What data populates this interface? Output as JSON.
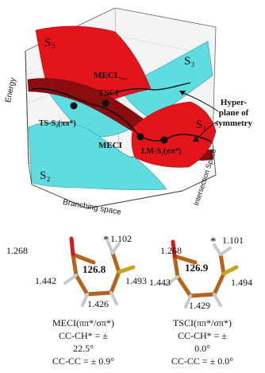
{
  "surface_labels": {
    "s1": "S₁",
    "s2": "S₂",
    "s3_left": "S₃",
    "s3_right": "S₃"
  },
  "point_labels": {
    "meci_top": "MECI",
    "tsci": "TSCI",
    "meci_mid": "MECI",
    "ts_s2": "TS-S₂(ππ*)",
    "lm_s1": "LM-S₁(σπ*)"
  },
  "hyperplane_label": [
    "Hyper-",
    "plane of",
    "symmetry"
  ],
  "axes": {
    "energy": "Energy",
    "branching": "Branching space",
    "intersection": "Intersection Space"
  },
  "molecule_left": {
    "bonds": {
      "top_left": "1.268",
      "top_right": "1.102",
      "mid_left": "1.442",
      "mid_right": "1.493",
      "bottom": "1.426"
    },
    "angle": "126.8",
    "star": "*",
    "caption": [
      "MECI(ππ*/σπ*)",
      "CC-CH* = ±",
      "22.5°",
      "CC-CC = ± 0.9°"
    ]
  },
  "molecule_right": {
    "bonds": {
      "top_left": "1.268",
      "top_right": "1.101",
      "mid_left": "1.443",
      "mid_right": "1.494",
      "bottom": "1.429"
    },
    "angle": "126.9",
    "star": "*",
    "caption": [
      "TSCI(ππ*/σπ*)",
      "CC-CH* = ±",
      "0.0°",
      "CC-CC = ± 0.0°"
    ]
  },
  "colors": {
    "red_surface": "#e0141a",
    "cyan_surface": "#56dde0",
    "carbon": "#b5631d",
    "oxygen": "#d21c1c",
    "chlorine": "#c8a41e"
  }
}
